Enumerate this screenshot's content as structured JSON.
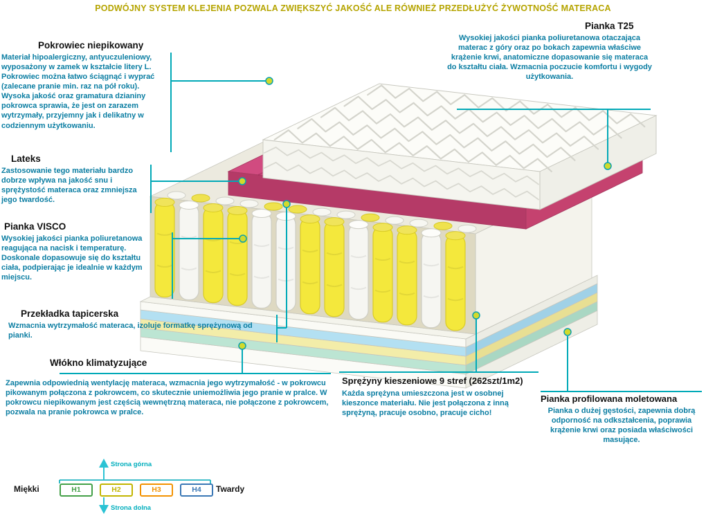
{
  "banner": {
    "text": "PODWÓJNY SYSTEM KLEJENIA POZWALA ZWIĘKSZYĆ JAKOŚĆ ALE RÓWNIEŻ PRZEDŁUŻYĆ ŻYWOTNOŚĆ MATERACA"
  },
  "annotations": {
    "pokrowiec": {
      "title": "Pokrowiec niepikowany",
      "body": "Materiał hipoalergiczny, antyuczuleniowy, wyposażony w zamek w kształcie litery L. Pokrowiec można łatwo ściągnąć i wyprać (zalecane pranie min. raz na pół roku). Wysoka jakość oraz gramatura dzianiny pokrowca sprawia, że jest on zarazem wytrzymały, przyjemny jak i delikatny w codziennym użytkowaniu."
    },
    "lateks": {
      "title": "Lateks",
      "body": "Zastosowanie tego materiału bardzo dobrze wpływa na jakość snu i sprężystość materaca oraz zmniejsza jego twardość."
    },
    "visco": {
      "title": "Pianka VISCO",
      "body": "Wysokiej jakości pianka poliuretanowa reagująca na nacisk i temperaturę. Doskonale dopasowuje się do kształtu ciała, podpierając je idealnie w każdym miejscu."
    },
    "przekladka": {
      "title": "Przekładka tapicerska",
      "body": "Wzmacnia wytrzymałość materaca, izoluje formatkę sprężynową od pianki."
    },
    "wlokno": {
      "title": "Włókno klimatyzujące",
      "body": "Zapewnia odpowiednią wentylację materaca, wzmacnia jego wytrzymałość - w pokrowcu pikowanym połączona z pokrowcem, co skutecznie uniemożliwia jego pranie w pralce. W pokrowcu niepikowanym jest częścią wewnętrzną materaca, nie połączone z pokrowcem, pozwala na pranie pokrowca w pralce."
    },
    "t25": {
      "title": "Pianka T25",
      "body": "Wysokiej jakości pianka poliuretanowa otaczająca materac z góry oraz po bokach zapewnia właściwe krążenie krwi, anatomiczne dopasowanie się materaca do kształtu ciała. Wzmacnia poczucie komfortu i wygody użytkowania."
    },
    "sprezyny": {
      "title": "Sprężyny kieszeniowe 9 stref (262szt/1m2)",
      "body": "Każda sprężyna umieszczona jest w osobnej kieszonce materiału. Nie jest połączona z inną sprężyną, pracuje osobno, pracuje cicho!"
    },
    "profilowana": {
      "title": "Pianka profilowana moletowana",
      "body": "Pianka o dużej gęstości, zapewnia dobrą odporność na odkształcenia, poprawia krążenie krwi oraz posiada właściwości masujące."
    }
  },
  "scale": {
    "top_label": "Strona górna",
    "bottom_label": "Strona dolna",
    "soft_label": "Miękki",
    "hard_label": "Twardy",
    "levels": [
      {
        "label": "H1",
        "color": "#43a047"
      },
      {
        "label": "H2",
        "color": "#c2b500"
      },
      {
        "label": "H3",
        "color": "#f39200"
      },
      {
        "label": "H4",
        "color": "#3a77b5"
      }
    ]
  },
  "colors": {
    "connector_line": "#00a9b7",
    "connector_dot": "#d2da2c",
    "banner_text": "#b5a400",
    "body_text": "#0a7da2",
    "foam_pink": "#d14b80",
    "spring_yellow": "#f4e83c"
  }
}
